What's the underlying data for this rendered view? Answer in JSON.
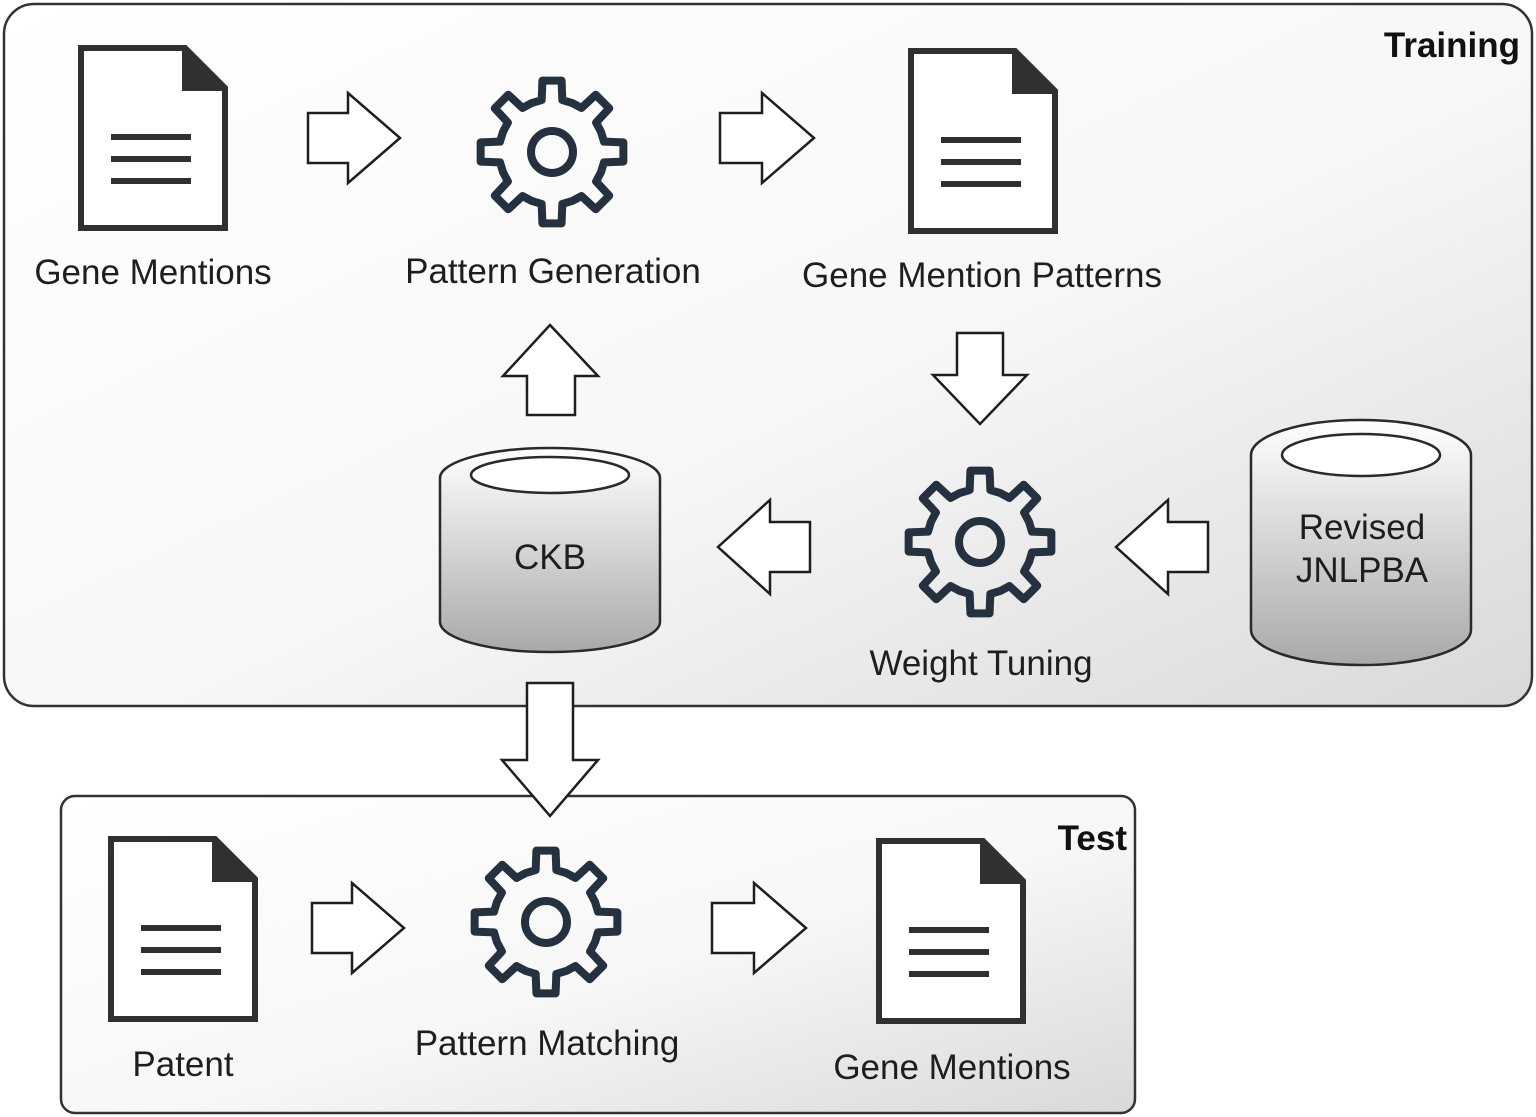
{
  "training": {
    "title": "Training",
    "gene_mentions_label": "Gene Mentions",
    "pattern_generation_label": "Pattern Generation",
    "gene_mention_patterns_label": "Gene Mention Patterns",
    "ckb_label": "CKB",
    "weight_tuning_label": "Weight Tuning",
    "revised_label_line1": "Revised",
    "revised_label_line2": "JNLPBA"
  },
  "test": {
    "title": "Test",
    "patent_label": "Patent",
    "pattern_matching_label": "Pattern Matching",
    "gene_mentions_label": "Gene Mentions"
  },
  "icons": {
    "document": "document-icon",
    "gear": "gear-icon",
    "database": "database-cylinder-icon",
    "arrow": "block-arrow"
  },
  "colors": {
    "document_stroke": "#303030",
    "gear_stroke": "#25313f",
    "panel_border": "#333333",
    "cylinder_gradient_top": "#ffffff",
    "cylinder_gradient_bottom": "#a9a9a9"
  }
}
